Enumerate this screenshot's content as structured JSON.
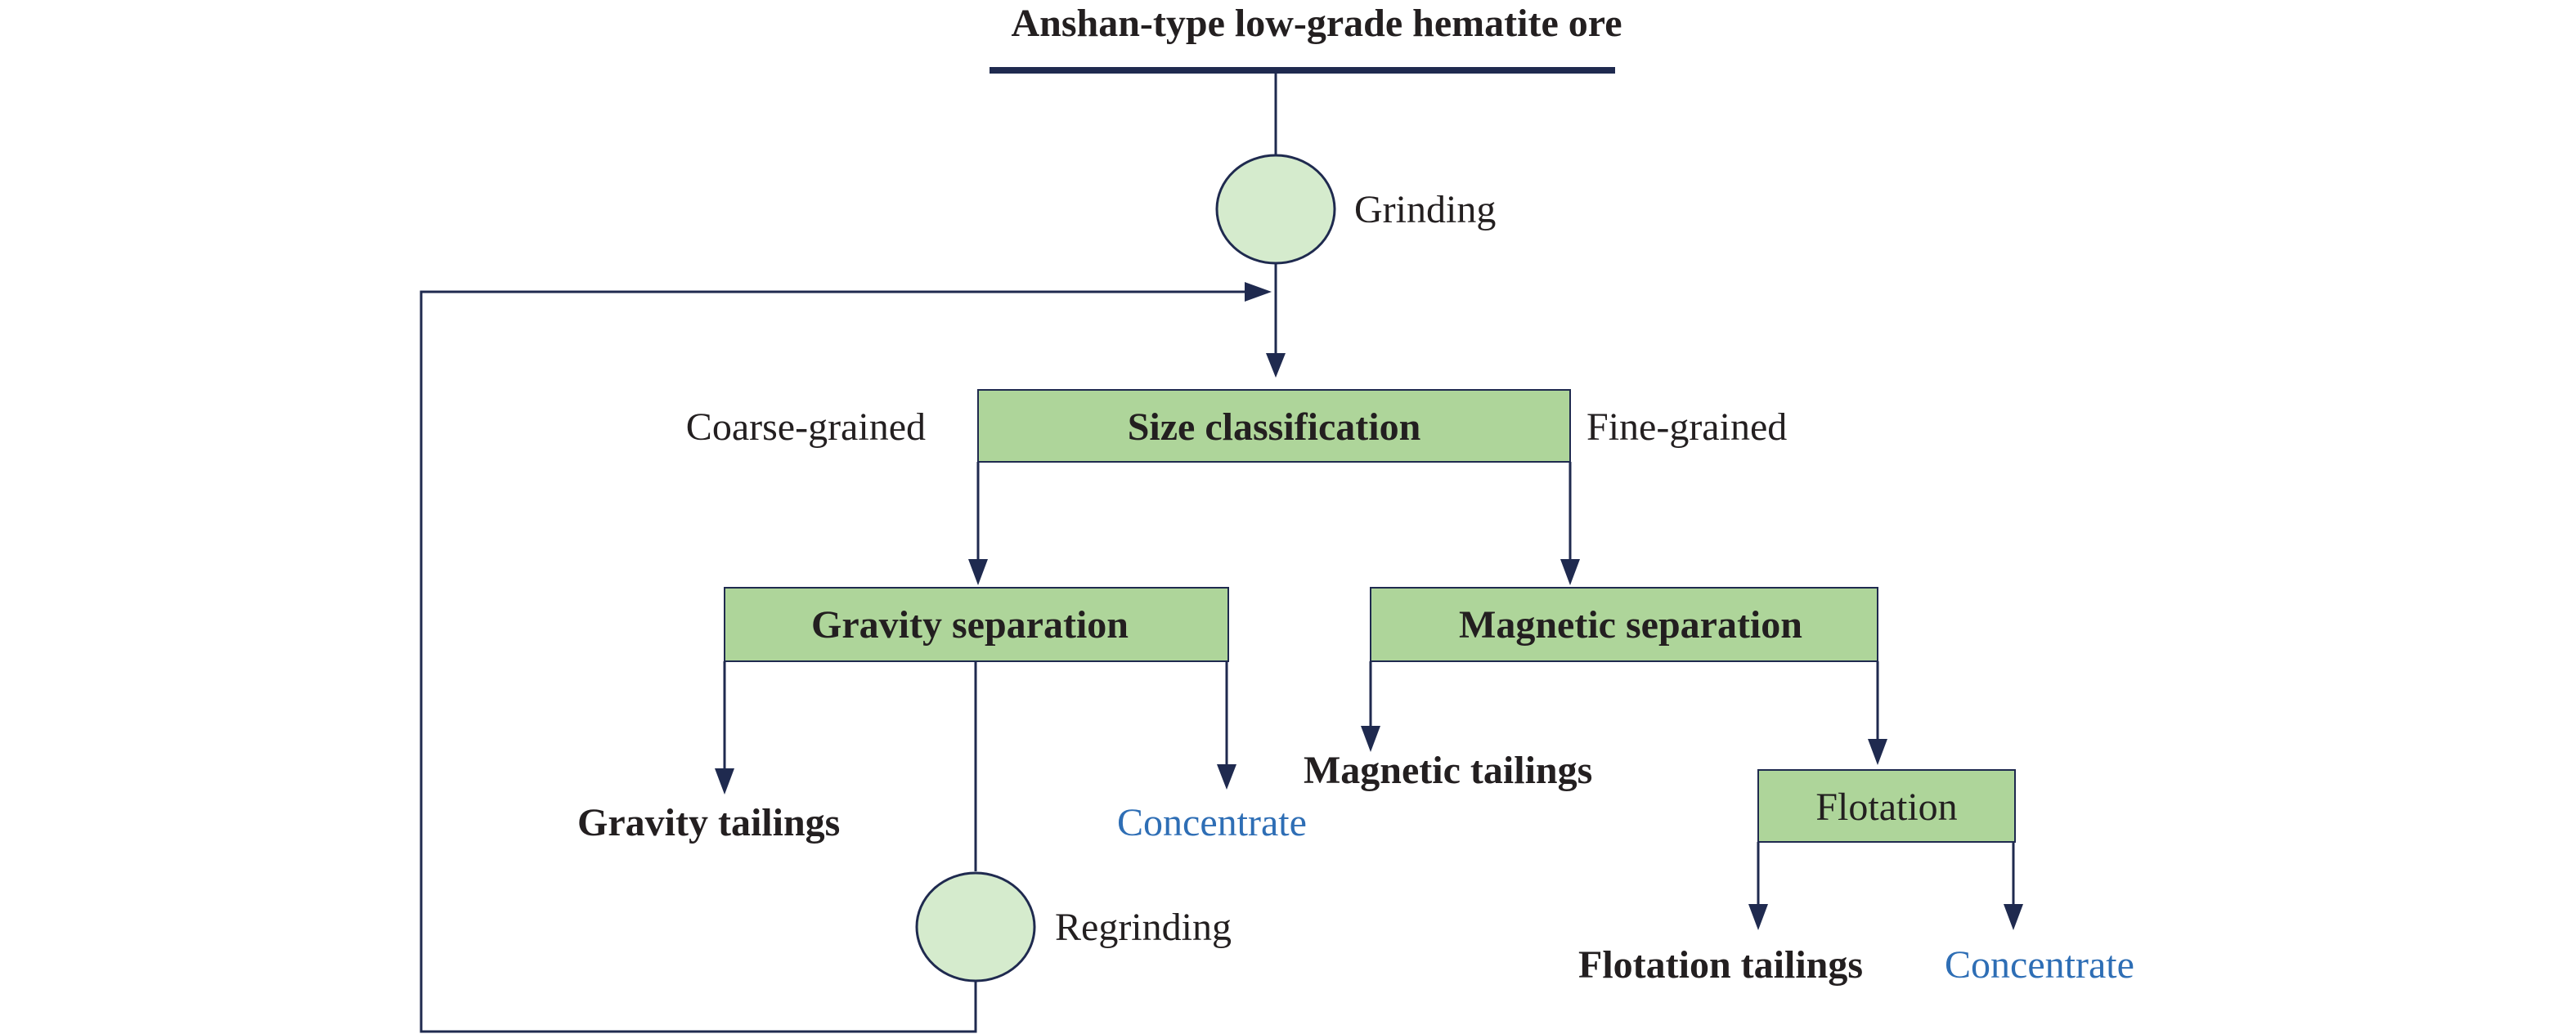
{
  "title": "Anshan-type low-grade hematite ore",
  "nodes": {
    "grinding": "Grinding",
    "size_classification": "Size classification",
    "gravity_separation": "Gravity separation",
    "magnetic_separation": "Magnetic separation",
    "flotation": "Flotation",
    "regrinding": "Regrinding"
  },
  "labels": {
    "coarse": "Coarse-grained",
    "fine": "Fine-grained"
  },
  "outputs": {
    "gravity_tailings": "Gravity tailings",
    "gravity_concentrate": "Concentrate",
    "magnetic_tailings": "Magnetic tailings",
    "flotation_tailings": "Flotation tailings",
    "flotation_concentrate": "Concentrate"
  },
  "colors": {
    "line": "#1f2a4f",
    "box_fill": "#aed59a",
    "circle_fill": "#d5ebcd",
    "concentrate_text": "#2e6eb5"
  }
}
